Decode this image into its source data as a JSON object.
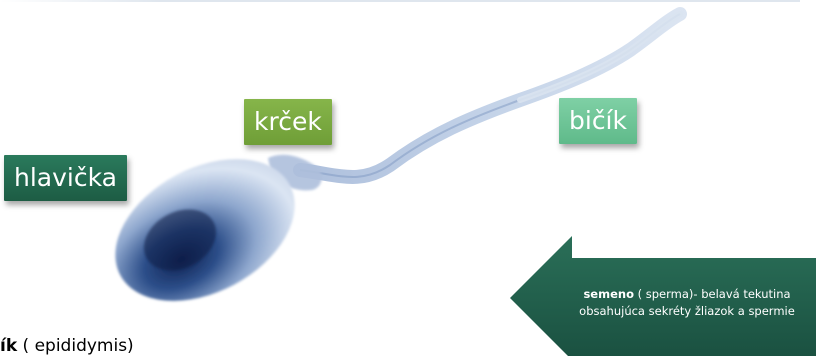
{
  "labels": {
    "head": "hlavička",
    "neck": "krček",
    "tail": "bičík"
  },
  "arrow_callout": {
    "bold": "semeno",
    "line1_rest": " ( sperma)- belavá tekutina",
    "line2": "obsahujúca sekréty žliazok a spermie"
  },
  "bottom_text": {
    "bold": "ík",
    "rest": " ( epididymis)"
  },
  "colors": {
    "head_label": "#1d5c44",
    "neck_label": "#6f9e37",
    "tail_label": "#5fba8a",
    "arrow": "#1f5e4b",
    "cell_dark": "#0e2050",
    "cell_light": "#dbe5f3"
  }
}
